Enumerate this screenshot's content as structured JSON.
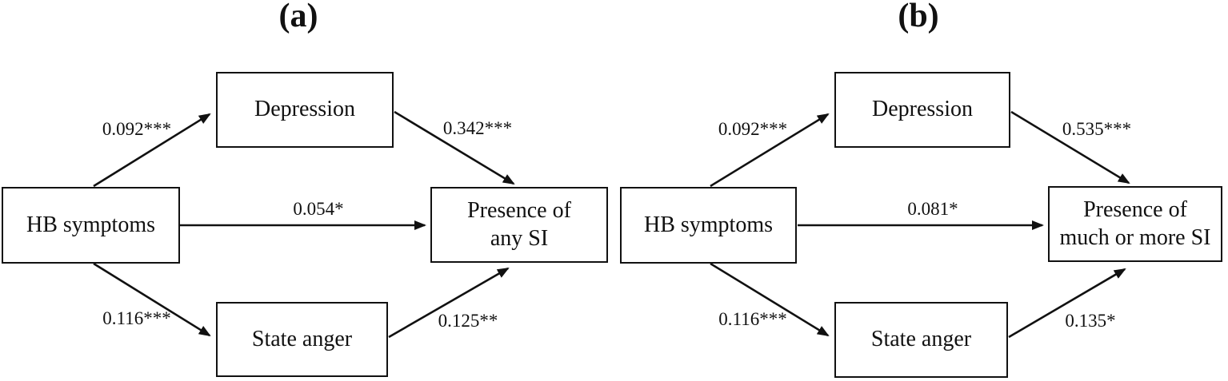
{
  "figure": {
    "colors": {
      "background": "#ffffff",
      "ink": "#111111"
    },
    "panels": [
      {
        "title": "(a)",
        "nodes": {
          "predictor": "HB symptoms",
          "mediator_top": "Depression",
          "mediator_bottom": "State anger",
          "outcome_line1": "Presence of",
          "outcome_line2": "any SI"
        },
        "coefficients": {
          "predictor_to_mediator_top": "0.092***",
          "mediator_top_to_outcome": "0.342***",
          "predictor_to_outcome": "0.054*",
          "predictor_to_mediator_bottom": "0.116***",
          "mediator_bottom_to_outcome": "0.125**"
        }
      },
      {
        "title": "(b)",
        "nodes": {
          "predictor": "HB symptoms",
          "mediator_top": "Depression",
          "mediator_bottom": "State anger",
          "outcome_line1": "Presence of",
          "outcome_line2": "much or more SI"
        },
        "coefficients": {
          "predictor_to_mediator_top": "0.092***",
          "mediator_top_to_outcome": "0.535***",
          "predictor_to_outcome": "0.081*",
          "predictor_to_mediator_bottom": "0.116***",
          "mediator_bottom_to_outcome": "0.135*"
        }
      }
    ]
  }
}
